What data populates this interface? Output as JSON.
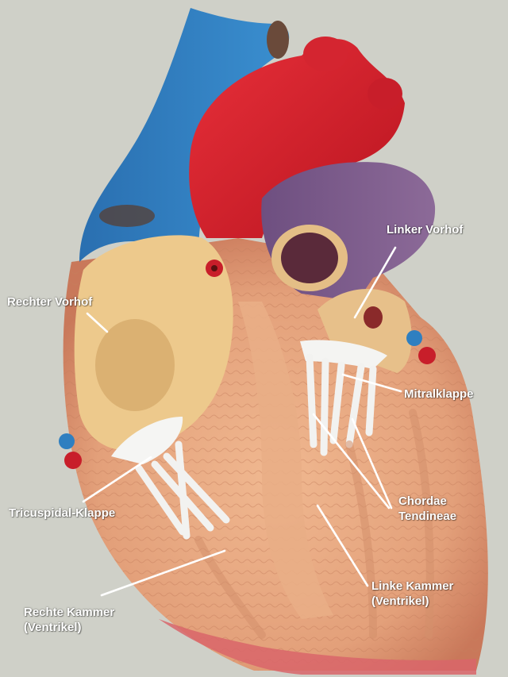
{
  "labels": {
    "linker_vorhof": "Linker Vorhof",
    "rechter_vorhof": "Rechter Vorhof",
    "mitralklappe": "Mitralklappe",
    "tricuspidal_klappe": "Tricuspidal-Klappe",
    "chordae_line1": "Chordae",
    "chordae_line2": "Tendineae",
    "linke_kammer_line1": "Linke Kammer",
    "linke_kammer_line2": "(Ventrikel)",
    "rechte_kammer_line1": "Rechte Kammer",
    "rechte_kammer_line2": "(Ventrikel)"
  },
  "colors": {
    "background": "#cfd0c8",
    "vein_blue": "#2f7fc0",
    "aorta_red": "#d81e2a",
    "pulmonary_purple": "#7a5a8a",
    "inner_cream": "#edc98c",
    "muscle_pink": "#e7a07a",
    "valve_white": "#f2f2f0",
    "label_text": "#ffffff"
  }
}
